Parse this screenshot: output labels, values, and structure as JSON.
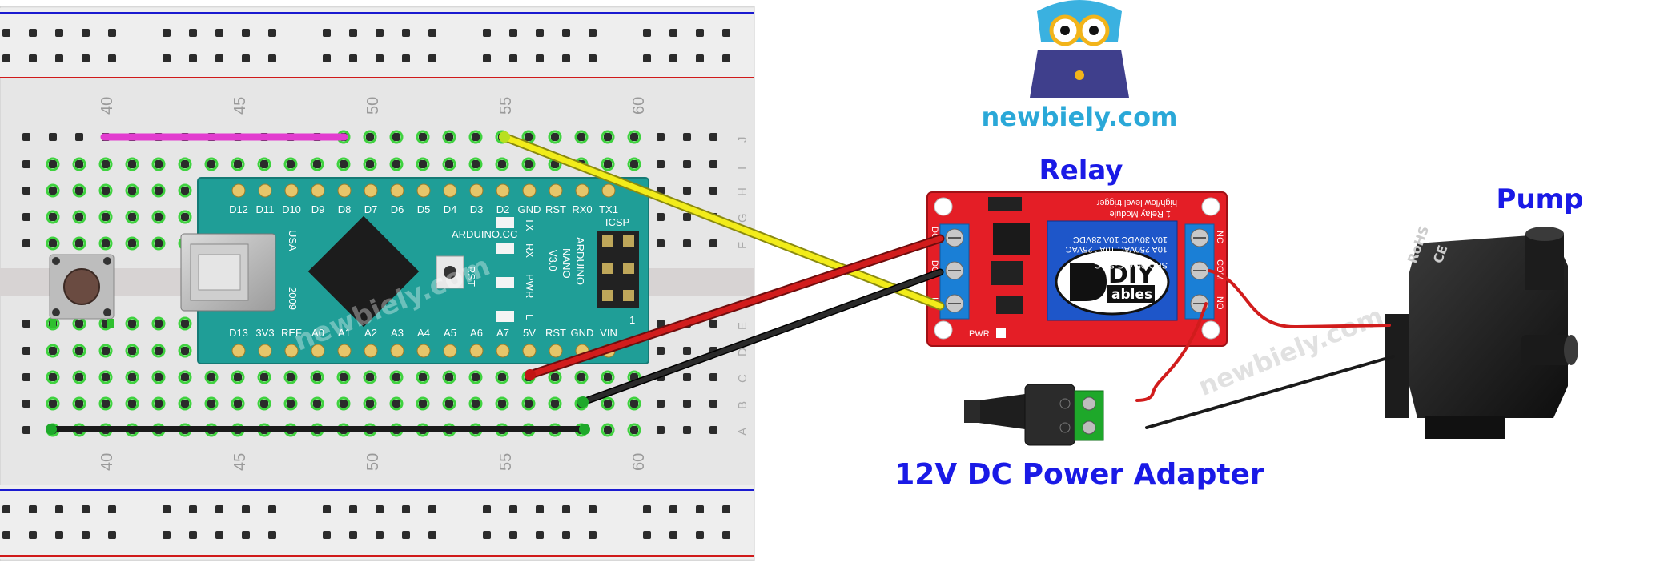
{
  "brand": {
    "logo_text": "newbiely.com",
    "watermark": "newbiely.com"
  },
  "labels": {
    "relay": "Relay",
    "pump": "Pump",
    "adapter": "12V DC Power Adapter"
  },
  "breadboard": {
    "column_numbers": [
      "40",
      "45",
      "50",
      "55",
      "60"
    ],
    "row_letters": [
      "J",
      "I",
      "H",
      "G",
      "F",
      "E",
      "D",
      "C",
      "B",
      "A"
    ]
  },
  "arduino": {
    "top_pins": [
      "D12",
      "D11",
      "D10",
      "D9",
      "D8",
      "D7",
      "D6",
      "D5",
      "D4",
      "D3",
      "D2",
      "GND",
      "RST",
      "RX0",
      "TX1"
    ],
    "bottom_pins": [
      "D13",
      "3V3",
      "REF",
      "A0",
      "A1",
      "A2",
      "A3",
      "A4",
      "A5",
      "A6",
      "A7",
      "5V",
      "RST",
      "GND",
      "VIN"
    ],
    "brand": "ARDUINO.CC",
    "model_lines": [
      "ARDUINO",
      "NANO",
      "V3.0"
    ],
    "usa": "USA",
    "year": "2009",
    "icsp": "ICSP",
    "led_labels": [
      "TX",
      "RX",
      "PWR",
      "L"
    ],
    "rst_label": "RST",
    "pin_one": "1"
  },
  "relay_module": {
    "title": "1 Relay Module",
    "subtitle": "high/low level trigger",
    "left_pins": [
      "DC+",
      "DC-",
      "IN"
    ],
    "right_pins": [
      "NC",
      "COM",
      "NO"
    ],
    "relay_text": [
      "SRD-05VDC-SL-C",
      "10A 250VAC  10A 125VAC",
      "10A 30VDC  10A 28VDC"
    ],
    "diy_logo_top": "DIY",
    "diy_logo_bottom": "ables",
    "pwr": "PWR"
  },
  "pump_device": {
    "rohs": "RoHS",
    "ce": "CE"
  },
  "colors": {
    "label_blue": "#1a1ae6",
    "logo_cyan": "#2aa8d8",
    "wire_red": "#d11c1c",
    "wire_black": "#1a1a1a",
    "wire_yellow": "#f2ec1a",
    "wire_magenta": "#e23ccf",
    "arduino_teal": "#1f9e97",
    "relay_red": "#e41e26"
  }
}
